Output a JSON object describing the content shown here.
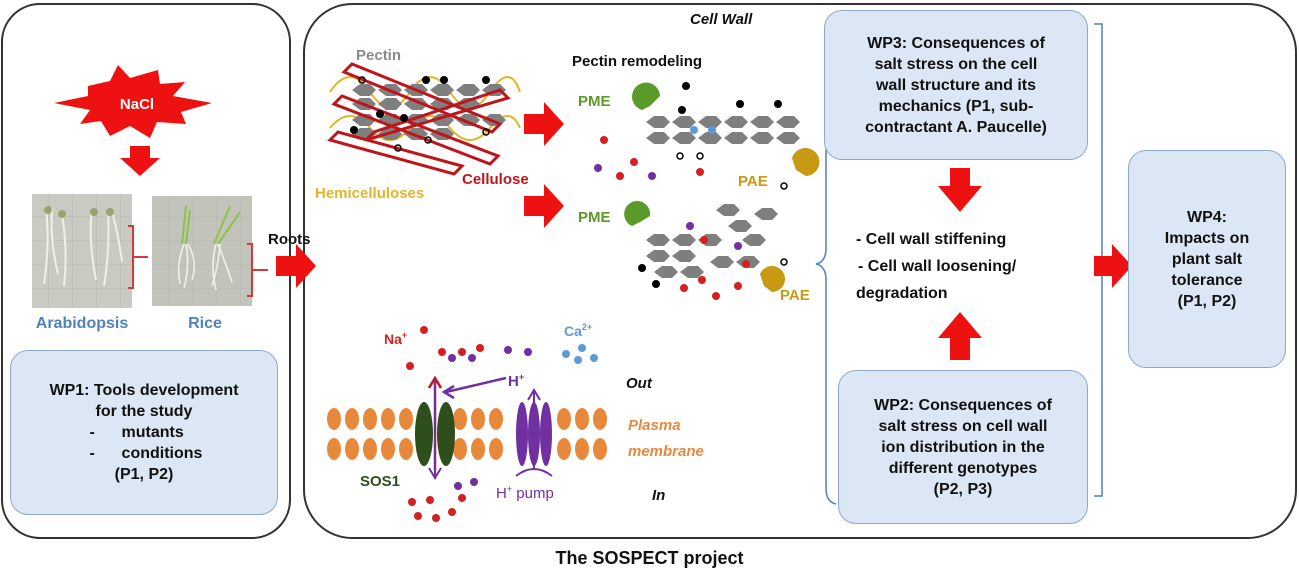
{
  "wp1": {
    "title": "WP1: Tools development for the study",
    "items": [
      "-      mutants",
      "-      conditions"
    ],
    "partners": "(P1, P2)"
  },
  "wp2": {
    "lines": [
      "WP2: Consequences of",
      "salt stress on cell wall",
      "ion distribution in the",
      "different genotypes",
      "(P2, P3)"
    ]
  },
  "wp3": {
    "lines": [
      "WP3:  Consequences of",
      "salt stress on the cell",
      "wall structure and its",
      "mechanics (P1, sub-",
      "contractant A. Paucelle)"
    ]
  },
  "wp4": {
    "lines": [
      "WP4:",
      "Impacts on",
      "plant salt",
      "tolerance",
      "(P1, P2)"
    ]
  },
  "labels": {
    "nacl": "NaCl",
    "arabidopsis": "Arabidopsis",
    "rice": "Rice",
    "roots": "Roots",
    "cell_wall": "Cell Wall",
    "pectin": "Pectin",
    "pectin_remodeling": "Pectin remodeling",
    "hemicelluloses": "Hemicelluloses",
    "cellulose": "Cellulose",
    "pme_top": "PME",
    "pme_bottom": "PME",
    "pae_top": "PAE",
    "pae_bottom": "PAE",
    "na": "Na",
    "na_sup": "+",
    "ca": "Ca",
    "ca_sup": "2+",
    "h": "H",
    "h_sup": "+",
    "out": "Out",
    "in": "In",
    "plasma": "Plasma",
    "membrane": "membrane",
    "sos1": "SOS1",
    "h_pump_h": "H",
    "h_pump_sup": "+",
    "h_pump_rest": " pump"
  },
  "effects": [
    "- Cell wall stiffening",
    "- Cell wall loosening/",
    "degradation"
  ],
  "caption": "The SOSPECT project",
  "colors": {
    "arrow_red": "#ee1111",
    "box_fill": "#dbe7f4",
    "box_border": "#8eaacb",
    "label_blue": "#4f81bd",
    "pectin_gray": "#808080",
    "hemicellulose_yellow": "#e0b52a",
    "cellulose_red": "#c0141c",
    "pme_green": "#5a9a28",
    "pae_gold": "#c79a12",
    "membrane_orange": "#e8883a",
    "sos1_green": "#2e4f1c",
    "pump_purple": "#7030a0",
    "na_red": "#d42020",
    "ca_blue": "#5b9bd5"
  },
  "icons": [
    "nacl-starburst-icon",
    "roots-photo-icon",
    "pme-enzyme-icon",
    "pae-enzyme-icon",
    "sos1-transporter-icon",
    "proton-pump-icon"
  ]
}
